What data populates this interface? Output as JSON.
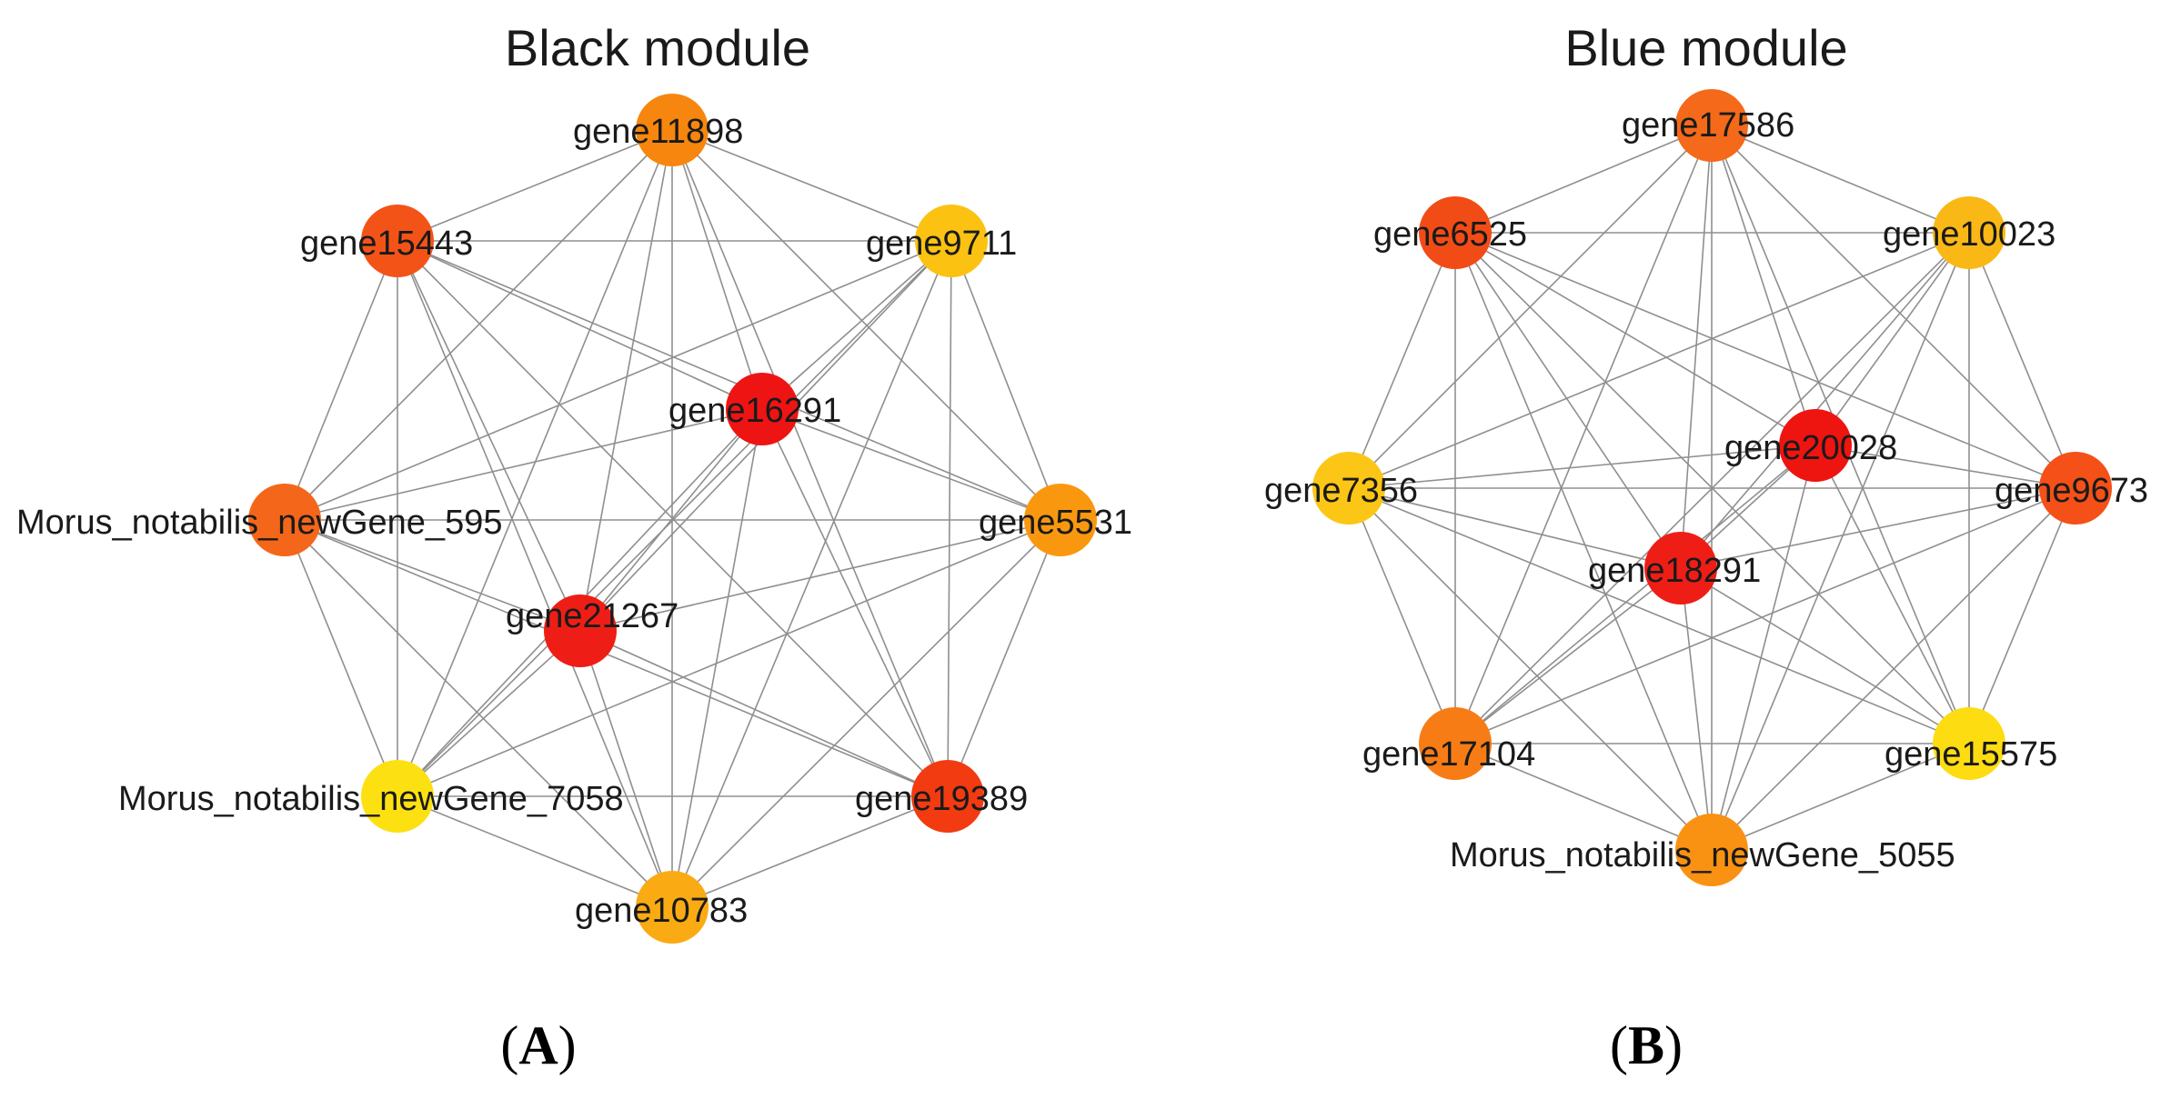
{
  "panels": [
    {
      "id": "A",
      "title": "Black module",
      "letter": "A",
      "nodes": [
        {
          "id": "gene11898",
          "label": "gene11898",
          "color": "#F7860E"
        },
        {
          "id": "gene9711",
          "label": "gene9711",
          "color": "#FBC212"
        },
        {
          "id": "gene5531",
          "label": "gene5531",
          "color": "#F9980F"
        },
        {
          "id": "gene19389",
          "label": "gene19389",
          "color": "#F23B11"
        },
        {
          "id": "gene10783",
          "label": "gene10783",
          "color": "#FAAA13"
        },
        {
          "id": "Morus_notabilis_newGene_7058",
          "label": "Morus_notabilis_newGene_7058",
          "color": "#FDE012"
        },
        {
          "id": "Morus_notabilis_newGene_595",
          "label": "Morus_notabilis_newGene_595",
          "color": "#F4661A"
        },
        {
          "id": "gene15443",
          "label": "gene15443",
          "color": "#F45318"
        },
        {
          "id": "gene16291",
          "label": "gene16291",
          "color": "#EE1414"
        },
        {
          "id": "gene21267",
          "label": "gene21267",
          "color": "#EE1E16"
        }
      ]
    },
    {
      "id": "B",
      "title": "Blue module",
      "letter": "B",
      "nodes": [
        {
          "id": "gene17586",
          "label": "gene17586",
          "color": "#F4691A"
        },
        {
          "id": "gene10023",
          "label": "gene10023",
          "color": "#FAB816"
        },
        {
          "id": "gene9673",
          "label": "gene9673",
          "color": "#F45018"
        },
        {
          "id": "gene15575",
          "label": "gene15575",
          "color": "#FDDC12"
        },
        {
          "id": "Morus_notabilis_newGene_5055",
          "label": "Morus_notabilis_newGene_5055",
          "color": "#F99212"
        },
        {
          "id": "gene17104",
          "label": "gene17104",
          "color": "#F77C15"
        },
        {
          "id": "gene7356",
          "label": "gene7356",
          "color": "#FCC616"
        },
        {
          "id": "gene6525",
          "label": "gene6525",
          "color": "#F24C16"
        },
        {
          "id": "gene20028",
          "label": "gene20028",
          "color": "#EE1410"
        },
        {
          "id": "gene18291",
          "label": "gene18291",
          "color": "#EE1E16"
        }
      ]
    }
  ]
}
